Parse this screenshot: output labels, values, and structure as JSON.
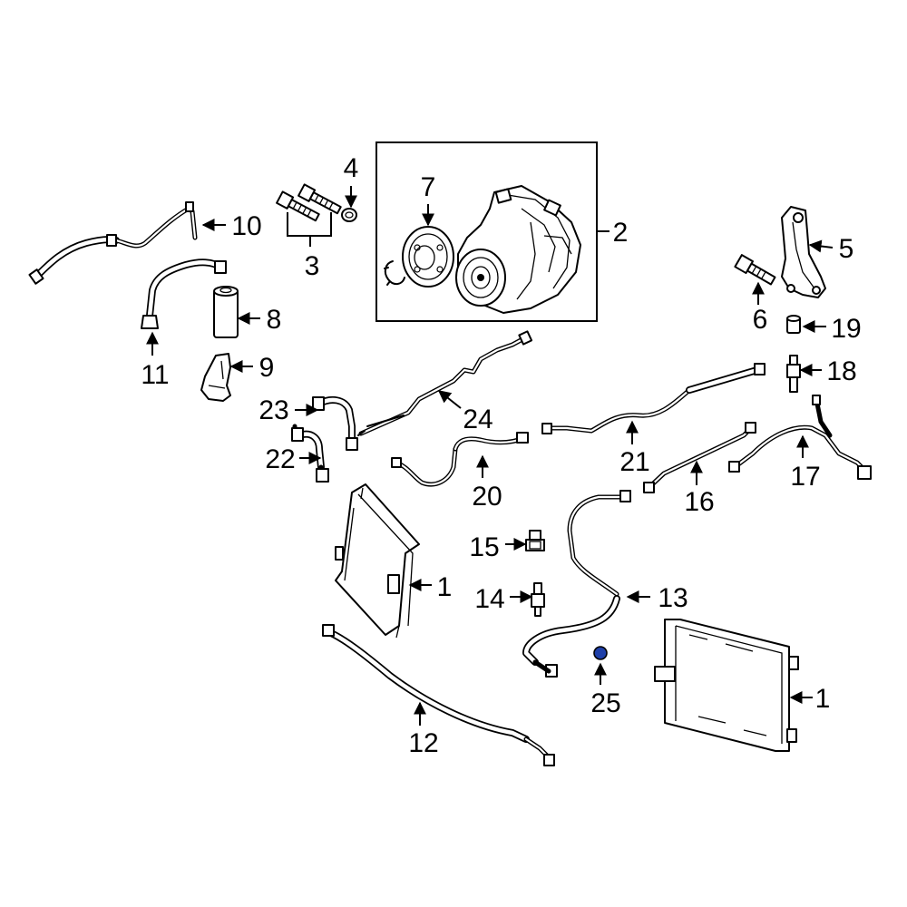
{
  "callouts": [
    {
      "id": "1a",
      "label": "1"
    },
    {
      "id": "1b",
      "label": "1"
    },
    {
      "id": "2",
      "label": "2"
    },
    {
      "id": "3",
      "label": "3"
    },
    {
      "id": "4",
      "label": "4"
    },
    {
      "id": "5",
      "label": "5"
    },
    {
      "id": "6",
      "label": "6"
    },
    {
      "id": "7",
      "label": "7"
    },
    {
      "id": "8",
      "label": "8"
    },
    {
      "id": "9",
      "label": "9"
    },
    {
      "id": "10",
      "label": "10"
    },
    {
      "id": "11",
      "label": "11"
    },
    {
      "id": "12",
      "label": "12"
    },
    {
      "id": "13",
      "label": "13"
    },
    {
      "id": "14",
      "label": "14"
    },
    {
      "id": "15",
      "label": "15"
    },
    {
      "id": "16",
      "label": "16"
    },
    {
      "id": "17",
      "label": "17"
    },
    {
      "id": "18",
      "label": "18"
    },
    {
      "id": "19",
      "label": "19"
    },
    {
      "id": "20",
      "label": "20"
    },
    {
      "id": "21",
      "label": "21"
    },
    {
      "id": "22",
      "label": "22"
    },
    {
      "id": "23",
      "label": "23"
    },
    {
      "id": "24",
      "label": "24"
    },
    {
      "id": "25",
      "label": "25"
    }
  ],
  "highlight": {
    "part": "25",
    "color": "#1e3fa8"
  }
}
